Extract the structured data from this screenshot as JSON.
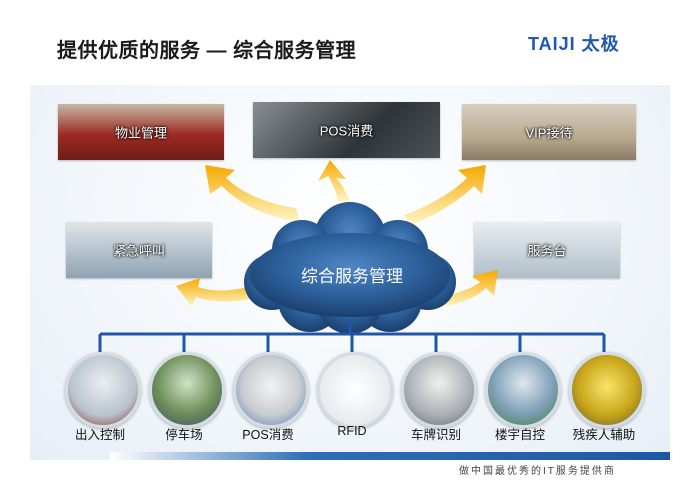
{
  "title": "提供优质的服务 — 综合服务管理",
  "logo": {
    "latin": "TAIJI",
    "cn": "太极"
  },
  "center": "综合服务管理",
  "services": {
    "wuye": "物业管理",
    "pos": "POS消费",
    "vip": "VIP接待",
    "jinji": "紧急呼叫",
    "fuwu": "服务台"
  },
  "subsystems": [
    {
      "label": "出入控制"
    },
    {
      "label": "停车场"
    },
    {
      "label": "POS消费"
    },
    {
      "label": "RFID"
    },
    {
      "label": "车牌识别"
    },
    {
      "label": "楼宇自控"
    },
    {
      "label": "残疾人辅助"
    }
  ],
  "slogan": "做中国最优秀的IT服务提供商",
  "colors": {
    "cloud": "#2c5f9a",
    "arrow": "#f5a800",
    "tree": "#1f56a6",
    "logo": "#1f58b3"
  }
}
